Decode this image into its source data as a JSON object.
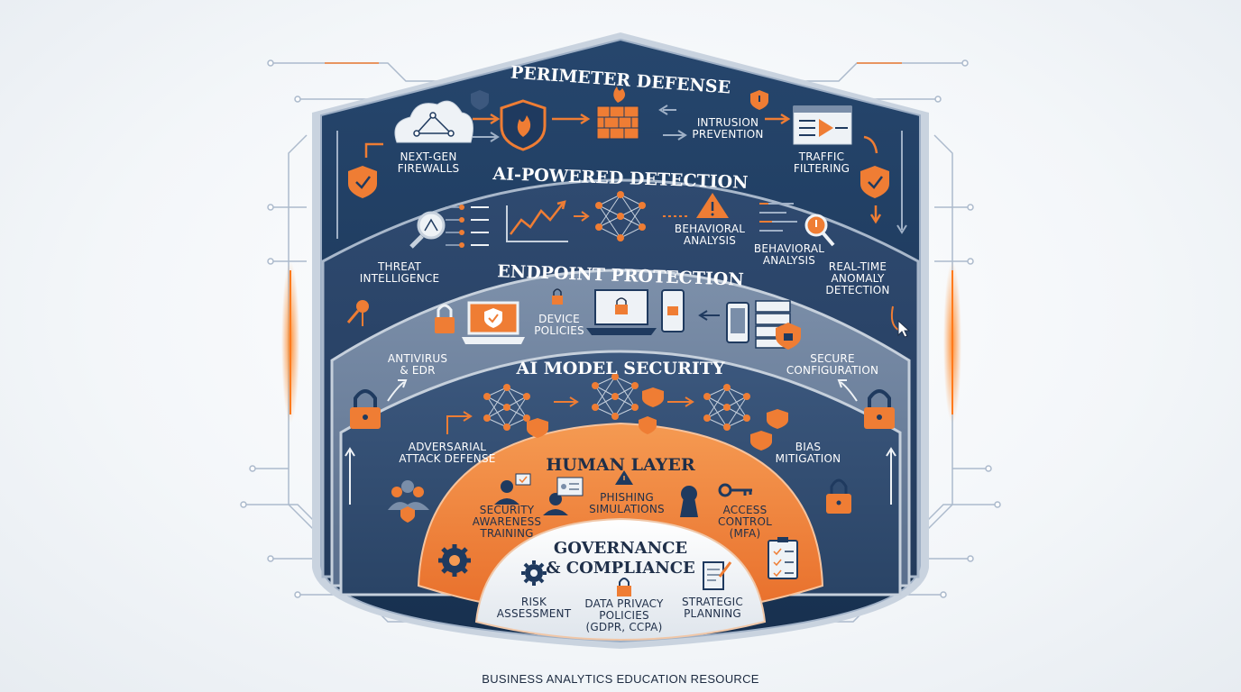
{
  "layers": {
    "perimeter": {
      "title": "PERIMETER DEFENSE",
      "items": [
        "NEXT-GEN\nFIREWALLS",
        "INTRUSION\nPREVENTION",
        "TRAFFIC\nFILTERING"
      ]
    },
    "ai_detection": {
      "title": "AI-POWERED DETECTION",
      "items": [
        "THREAT\nINTELLIGENCE",
        "BEHAVIORAL\nANALYSIS",
        "BEHAVIORAL\nANALYSIS",
        "REAL-TIME\nANOMALY\nDETECTION"
      ]
    },
    "endpoint": {
      "title": "ENDPOINT PROTECTION",
      "items": [
        "DEVICE\nPOLICIES",
        "ANTIVIRUS\n& EDR",
        "SECURE\nCONFIGURATION"
      ]
    },
    "ai_model": {
      "title": "AI MODEL SECURITY",
      "items": [
        "ADVERSARIAL\nATTACK DEFENSE",
        "BIAS\nMITIGATION"
      ]
    },
    "human": {
      "title": "HUMAN LAYER",
      "items": [
        "SECURITY\nAWARENESS\nTRAINING",
        "PHISHING\nSIMULATIONS",
        "ACCESS\nCONTROL\n(MFA)"
      ]
    },
    "governance": {
      "title": "GOVERNANCE\n& COMPLIANCE",
      "items": [
        "RISK\nASSESSMENT",
        "DATA PRIVACY\nPOLICIES\n(GDPR, CCPA)",
        "STRATEGIC\nPLANNING"
      ]
    }
  },
  "footer": "BUSINESS ANALYTICS EDUCATION RESOURCE",
  "colors": {
    "navy": "#1f3a5f",
    "navy_dark": "#172d4b",
    "steel": "#4e6584",
    "steel_light": "#8497b0",
    "orange": "#ef7d34",
    "cream": "#f2f4f7",
    "circuit": "#8ea2bb"
  }
}
